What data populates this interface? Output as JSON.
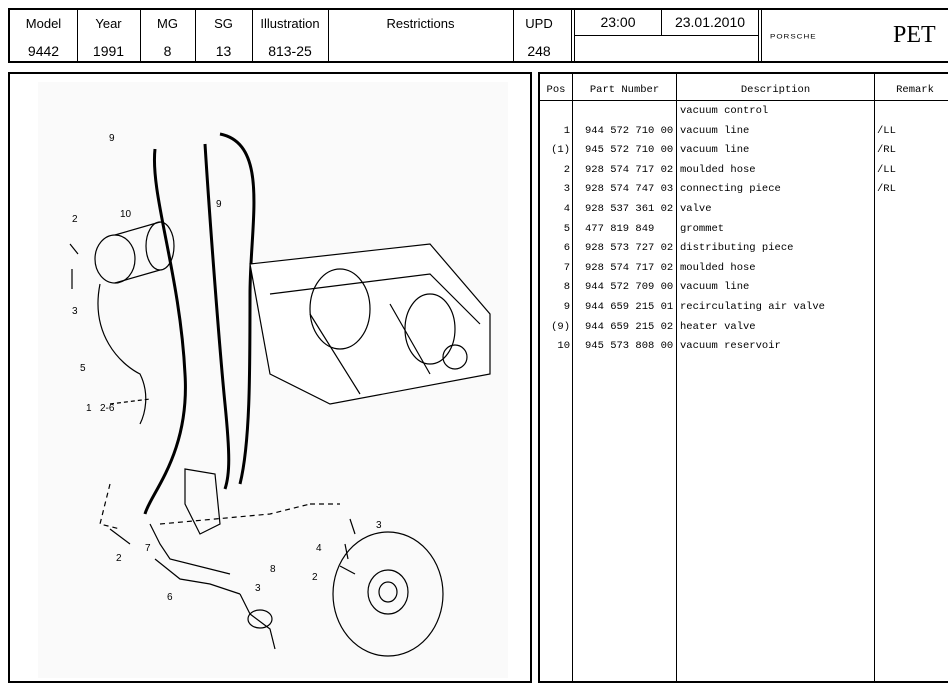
{
  "header": {
    "columns": [
      {
        "label": "Model",
        "value": "9442"
      },
      {
        "label": "Year",
        "value": "1991"
      },
      {
        "label": "MG",
        "value": "8"
      },
      {
        "label": "SG",
        "value": "13"
      },
      {
        "label": "Illustration",
        "value": "813-25"
      },
      {
        "label": "Restrictions",
        "value": ""
      },
      {
        "label": "UPD",
        "value": "248"
      }
    ],
    "time": "23:00",
    "date": "23.01.2010",
    "brand": "PORSCHE",
    "app": "PET"
  },
  "table": {
    "headers": {
      "pos": "Pos",
      "part": "Part Number",
      "desc": "Description",
      "remark": "Remark"
    },
    "rows": [
      {
        "pos": "",
        "part": "",
        "desc": "vacuum control",
        "remark": ""
      },
      {
        "pos": "1",
        "part": "944 572 710 00",
        "desc": "vacuum line",
        "remark": "/LL"
      },
      {
        "pos": "(1)",
        "part": "945 572 710 00",
        "desc": "vacuum line",
        "remark": "/RL"
      },
      {
        "pos": "2",
        "part": "928 574 717 02",
        "desc": "moulded hose",
        "remark": "/LL"
      },
      {
        "pos": "3",
        "part": "928 574 747 03",
        "desc": "connecting piece",
        "remark": "/RL"
      },
      {
        "pos": "4",
        "part": "928 537 361 02",
        "desc": "valve",
        "remark": ""
      },
      {
        "pos": "5",
        "part": "477 819 849",
        "desc": "grommet",
        "remark": ""
      },
      {
        "pos": "6",
        "part": "928 573 727 02",
        "desc": "distributing piece",
        "remark": ""
      },
      {
        "pos": "7",
        "part": "928 574 717 02",
        "desc": "moulded hose",
        "remark": ""
      },
      {
        "pos": "8",
        "part": "944 572 709 00",
        "desc": "vacuum line",
        "remark": ""
      },
      {
        "pos": "9",
        "part": "944 659 215 01",
        "desc": "recirculating air valve",
        "remark": ""
      },
      {
        "pos": "(9)",
        "part": "944 659 215 02",
        "desc": "heater valve",
        "remark": ""
      },
      {
        "pos": "10",
        "part": "945 573 808 00",
        "desc": "vacuum reservoir",
        "remark": ""
      }
    ]
  },
  "illustration": {
    "callouts": [
      "9",
      "10",
      "2",
      "3",
      "5",
      "1",
      "2-6",
      "9",
      "2",
      "7",
      "6",
      "8",
      "3",
      "3",
      "4",
      "2"
    ]
  }
}
